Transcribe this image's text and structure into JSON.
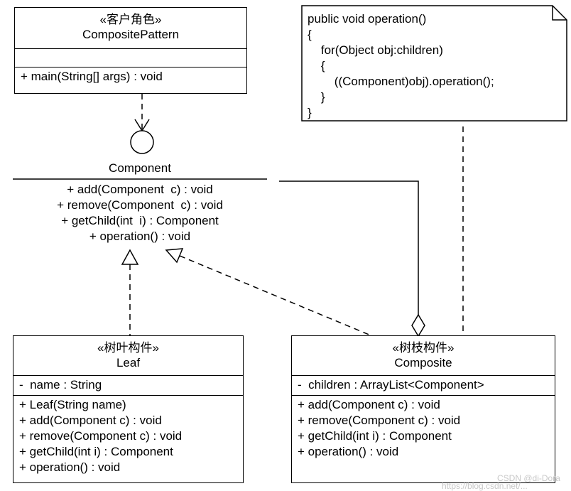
{
  "client": {
    "stereotype": "«客户角色»",
    "name": "CompositePattern",
    "attributes": [],
    "methods": [
      "+ main(String[] args) : void"
    ]
  },
  "component": {
    "name": "Component",
    "methods": [
      "+ add(Component  c) : void",
      "+ remove(Component  c) : void",
      "+ getChild(int  i) : Component",
      "+ operation() : void"
    ]
  },
  "leaf": {
    "stereotype": "«树叶构件»",
    "name": "Leaf",
    "attributes": [
      "-  name : String"
    ],
    "methods": [
      "+ Leaf(String name)",
      "+ add(Component c) : void",
      "+ remove(Component c) : void",
      "+ getChild(int i) : Component",
      "+ operation() : void"
    ]
  },
  "composite": {
    "stereotype": "«树枝构件»",
    "name": "Composite",
    "attributes": [
      "-  children : ArrayList<Component>"
    ],
    "methods": [
      "+ add(Component c) : void",
      "+ remove(Component c) : void",
      "+ getChild(int i) : Component",
      "+ operation() : void"
    ]
  },
  "note": {
    "lines": [
      "public void operation()",
      "{",
      "    for(Object obj:children)",
      "    {",
      "        ((Component)obj).operation();",
      "    }",
      "}"
    ]
  },
  "watermark": {
    "line1": "CSDN @di-Dora",
    "line2": "https://blog.csdn.net/..."
  }
}
